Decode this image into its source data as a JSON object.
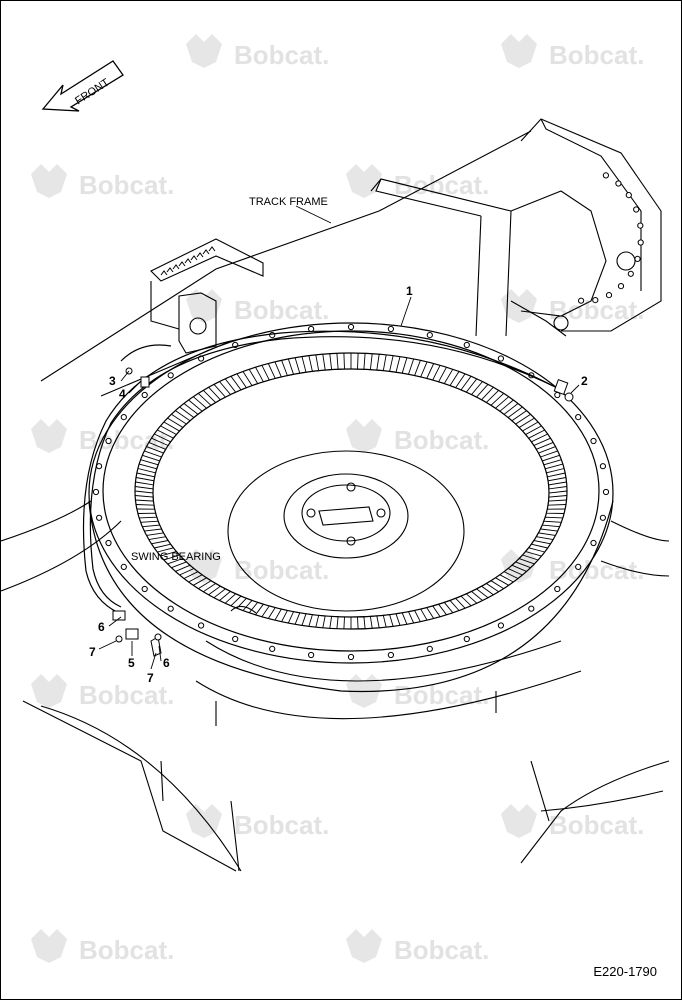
{
  "watermark": {
    "text": "Bobcat."
  },
  "direction": {
    "label": "FRONT"
  },
  "labels": {
    "track_frame": "TRACK FRAME",
    "swing_bearing": "SWING BEARING"
  },
  "callouts": [
    {
      "id": "c1",
      "number": "1"
    },
    {
      "id": "c2",
      "number": "2"
    },
    {
      "id": "c3",
      "number": "3"
    },
    {
      "id": "c4",
      "number": "4"
    },
    {
      "id": "c5",
      "number": "5"
    },
    {
      "id": "c6a",
      "number": "6"
    },
    {
      "id": "c6b",
      "number": "6"
    },
    {
      "id": "c7a",
      "number": "7"
    },
    {
      "id": "c7b",
      "number": "7"
    }
  ],
  "drawing_code": "E220-1790"
}
